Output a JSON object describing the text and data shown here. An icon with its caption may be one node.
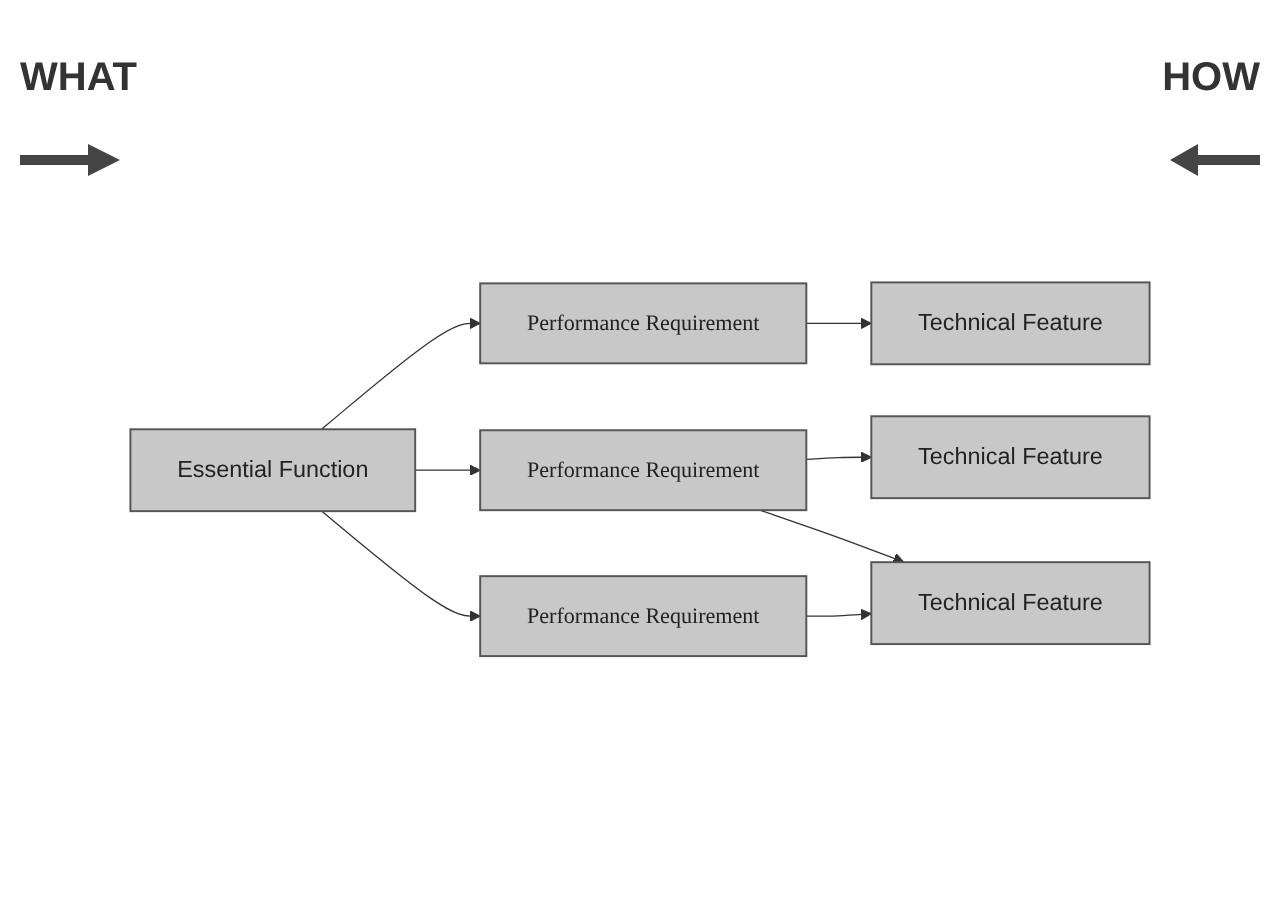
{
  "diagram": {
    "nodes": [
      {
        "text": [
          "Essential Function"
        ]
      },
      {
        "text": [
          "Performance Requirement"
        ]
      },
      {
        "text": [
          "Technical Feature"
        ]
      },
      {
        "text": [
          "Performance Requirement"
        ]
      },
      {
        "text": [
          "Technical Feature"
        ]
      },
      {
        "text": [
          "Performance Requirement"
        ]
      },
      {
        "text": [
          "Technical Feature"
        ]
      }
    ],
    "edges": [
      {
        "from": 0,
        "to": 1,
        "arrow": "to"
      },
      {
        "from": 1,
        "to": 2,
        "arrow": "to"
      },
      {
        "from": 0,
        "to": 3,
        "arrow": "to"
      },
      {
        "from": 3,
        "to": 4,
        "arrow": "to"
      },
      {
        "from": 3,
        "to": 6,
        "arrow": "to"
      },
      {
        "from": 0,
        "to": 5,
        "arrow": "to"
      },
      {
        "from": 5,
        "to": 6,
        "arrow": "to"
      }
    ],
    "labels": [
      "WHAT",
      "HOW"
    ]
  }
}
